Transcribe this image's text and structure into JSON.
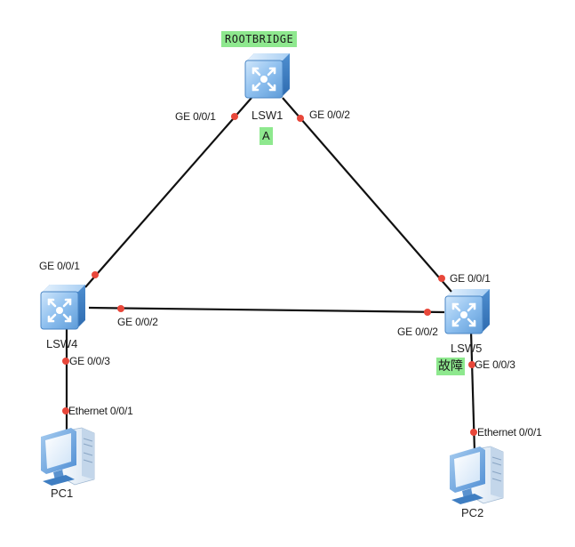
{
  "diagram": {
    "type": "network-topology",
    "colors": {
      "link": "#111111",
      "port_dot": "#e8473a",
      "badge_bg": "#8ee88e",
      "switch_blue": "#6fa8dc"
    },
    "nodes": {
      "lsw1": {
        "name": "LSW1",
        "icon": "switch-icon",
        "badges": [
          "ROOTBRIDGE",
          "A"
        ]
      },
      "lsw4": {
        "name": "LSW4",
        "icon": "switch-icon"
      },
      "lsw5": {
        "name": "LSW5",
        "icon": "switch-icon",
        "badges": [
          "故障"
        ]
      },
      "pc1": {
        "name": "PC1",
        "icon": "pc-icon"
      },
      "pc2": {
        "name": "PC2",
        "icon": "pc-icon"
      }
    },
    "links": [
      {
        "from": "LSW1",
        "from_port": "GE 0/0/1",
        "to": "LSW4",
        "to_port": "GE 0/0/1"
      },
      {
        "from": "LSW1",
        "from_port": "GE 0/0/2",
        "to": "LSW5",
        "to_port": "GE 0/0/1"
      },
      {
        "from": "LSW4",
        "from_port": "GE 0/0/2",
        "to": "LSW5",
        "to_port": "GE 0/0/2"
      },
      {
        "from": "LSW4",
        "from_port": "GE 0/0/3",
        "to": "PC1",
        "to_port": "Ethernet 0/0/1"
      },
      {
        "from": "LSW5",
        "from_port": "GE 0/0/3",
        "to": "PC2",
        "to_port": "Ethernet 0/0/1"
      }
    ]
  }
}
